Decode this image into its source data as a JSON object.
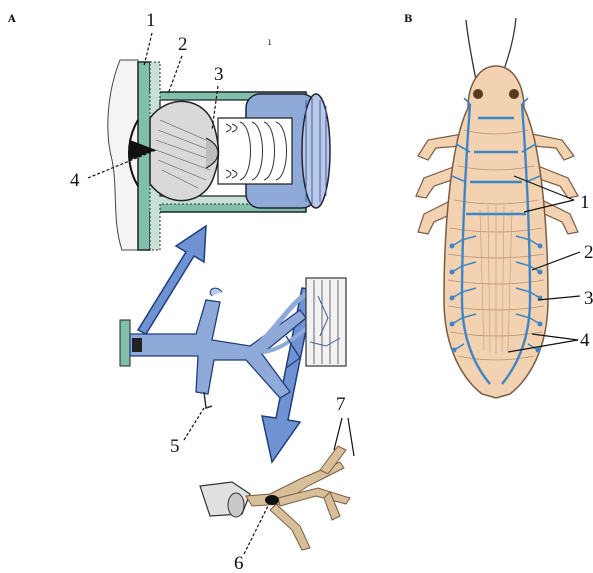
{
  "panels": [
    {
      "letter": "A"
    },
    {
      "letter": "B"
    }
  ],
  "panel_a_labels": [
    "1",
    "2",
    "3",
    "4",
    "5",
    "6",
    "7"
  ],
  "panel_b_labels": [
    "1",
    "2",
    "3",
    "4"
  ],
  "colors": {
    "cuticle_green": "#7fbfab",
    "trachea_blue": "#8fa9d8",
    "trachea_blue_dark": "#3f5f9e",
    "arrow_blue": "#6e92d2",
    "cell_tan": "#d7bf9a",
    "body_tan": "#f3d2b1",
    "body_outline": "#7a5c43",
    "tracheal_network": "#3e86c7",
    "line": "#111111"
  },
  "icons": [
    "spiracle-section-drawing",
    "tracheal-branching-drawing",
    "tracheole-cell-drawing",
    "insect-larva-tracheal-system-drawing"
  ]
}
